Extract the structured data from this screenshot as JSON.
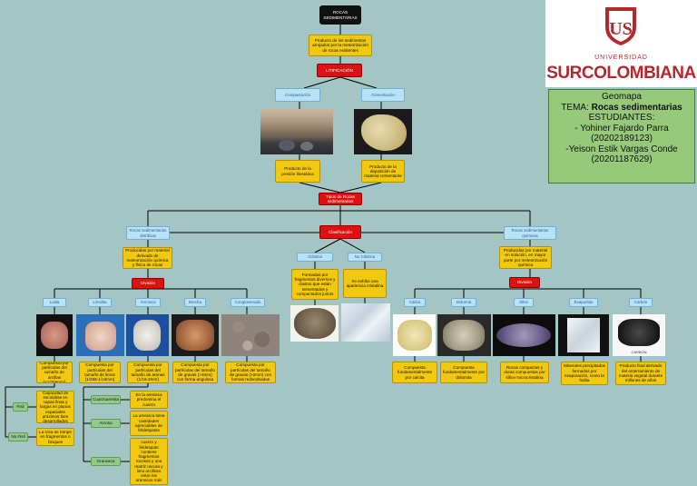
{
  "title": "ROCAS SEDIMENTARIAS",
  "definition": "Producto de los sedimentos arrojados por la meteorización de rocas existentes",
  "litificacion": "LITIFICACIÓN",
  "compactacion": "Compactación",
  "cementacion": "Cementación",
  "compactacion_desc": "Producto de la presión litostática",
  "cementacion_desc": "Producto de la deposición de material cementante",
  "tipos": "Tipos de Rocas sedimentarias",
  "clasificacion": "Clasificación",
  "detriticas": {
    "label": "Rocas sedimentarias detríticas",
    "desc": "Producidas por material derivado de meteorización química y física de rocas",
    "division": "División",
    "items": [
      {
        "label": "Lutita",
        "desc": "Compuesta por partículas del tamaño de arcillas (<1/256mm)"
      },
      {
        "label": "Limolita",
        "desc": "Compuesta por partículas del tamaño de limos (1/256-1/16mm)"
      },
      {
        "label": "Arenisca",
        "desc": "Compuesta por partículas del tamaño de arenas (1/16-2mm)"
      },
      {
        "label": "Brecha",
        "desc": "Compuesta por partículas del tamaño de gravas (>2mm) con forma angulosa"
      },
      {
        "label": "Conglomerado",
        "desc": "Compuesta por partículas del tamaño de gravas (>2mm) con formas redondeadas"
      }
    ]
  },
  "clastica": {
    "label": "Clástica",
    "desc": "Formadas por fragmentos diversos y clastos que están sementados y compactados juntos"
  },
  "no_clastica": {
    "label": "No Clástica",
    "desc": "Se exhibe una apariencia cristalina"
  },
  "quimicas": {
    "label": "Rocas sedimentarias químicas",
    "desc": "Producidas por material en solución, en mayor parte por meteorización química",
    "division": "División",
    "items": [
      {
        "label": "Caliza",
        "desc": "Compuesta fundamentalmente por calcita"
      },
      {
        "label": "Dolomía",
        "desc": "Compuesta fundamentalmente por dolomita"
      },
      {
        "label": "Sílex",
        "desc": "Rocas compactas y duras compuestas por sílice microcristalina"
      },
      {
        "label": "Evaporitas",
        "desc": "Minerales precipitados formados por evaporación, como la halita"
      },
      {
        "label": "Carbón",
        "desc": "Producto final derivado del enterramiento de materia vegetal durante millones de años"
      }
    ]
  },
  "fisil": "Fisil",
  "no_fisil": "No Fisil",
  "fisil_desc": "Capacidad de escindirse en capas finas y largas en planos espaciales próximos bien desarrollados",
  "no_fisil_desc": "La roca se rompe en fragmentos o bloques",
  "cuarzoarenita": "Cuarzoarenita",
  "cuarzoarenita_desc": "En la arenisca predomina el cuarzo",
  "arcosa": "Arcosa",
  "arcosa_desc": "La arenisca tiene cantidades apreciables de feldespatos",
  "grauvaca": "Grauvaca",
  "grauvaca_desc": "Además de cuarzo y feldespato contiene fragmentos rocosos y una matriz oscura y limo arcilloso entre los arenosos más grandes",
  "carbon_label": "CARBÓN",
  "logo": {
    "text": "SURCOLOMBIANA",
    "small": "UNIVERSIDAD",
    "emblem": "US"
  },
  "info": {
    "line1": "Geomapa",
    "tema_prefix": "TEMA: ",
    "tema": "Rocas sedimentarias",
    "estudiantes": "ESTUDIANTES:",
    "s1": "- Yohiner Fajardo Parra",
    "s1id": "(20202189123)",
    "s2": "-Yeison Estik Vargas Conde",
    "s2id": "(20201187629)"
  },
  "colors": {
    "background": "#a3c6c5",
    "yellow": "#f3c90f",
    "red": "#e01010",
    "blue": "#b7e2f7",
    "green": "#93c98d",
    "logo_red": "#b3282d"
  }
}
